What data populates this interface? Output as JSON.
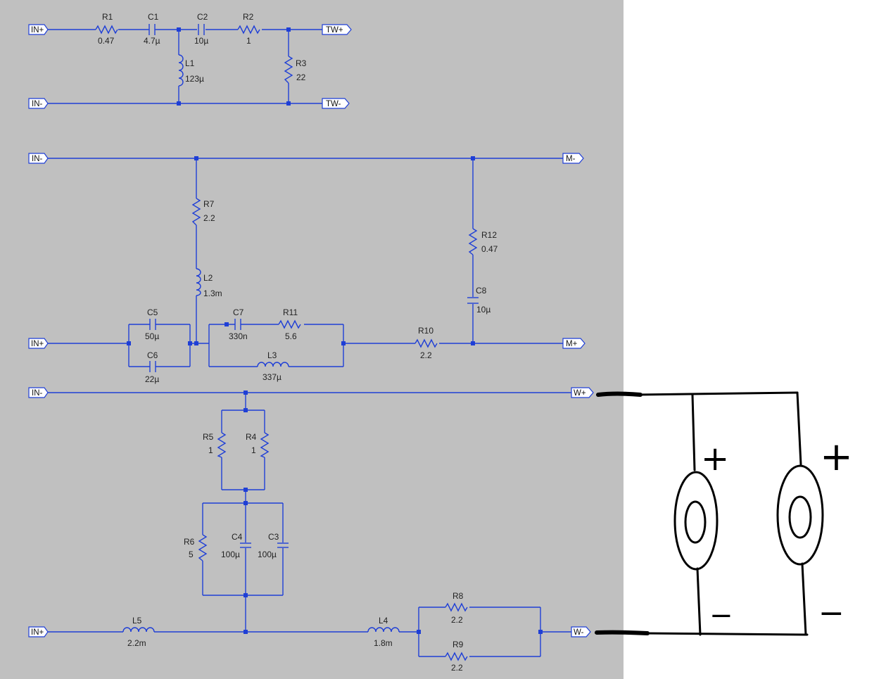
{
  "ports": {
    "tw_in_plus": "IN+",
    "tw_in_minus": "IN-",
    "tw_plus": "TW+",
    "tw_minus": "TW-",
    "m_in_minus": "IN-",
    "m_minus": "M-",
    "m_in_plus": "IN+",
    "m_plus": "M+",
    "w_in_minus": "IN-",
    "w_plus": "W+",
    "w_in_plus": "IN+",
    "w_minus": "W-"
  },
  "components": {
    "R1": {
      "ref": "R1",
      "value": "0.47"
    },
    "C1": {
      "ref": "C1",
      "value": "4.7µ"
    },
    "C2": {
      "ref": "C2",
      "value": "10µ"
    },
    "R2": {
      "ref": "R2",
      "value": "1"
    },
    "L1": {
      "ref": "L1",
      "value": "123µ"
    },
    "R3": {
      "ref": "R3",
      "value": "22"
    },
    "R7": {
      "ref": "R7",
      "value": "2.2"
    },
    "L2": {
      "ref": "L2",
      "value": "1.3m"
    },
    "R12": {
      "ref": "R12",
      "value": "0.47"
    },
    "C8": {
      "ref": "C8",
      "value": "10µ"
    },
    "C5": {
      "ref": "C5",
      "value": "50µ"
    },
    "C6": {
      "ref": "C6",
      "value": "22µ"
    },
    "C7": {
      "ref": "C7",
      "value": "330n"
    },
    "R11": {
      "ref": "R11",
      "value": "5.6"
    },
    "L3": {
      "ref": "L3",
      "value": "337µ"
    },
    "R10": {
      "ref": "R10",
      "value": "2.2"
    },
    "R5": {
      "ref": "R5",
      "value": "1"
    },
    "R4": {
      "ref": "R4",
      "value": "1"
    },
    "R6": {
      "ref": "R6",
      "value": "5"
    },
    "C4": {
      "ref": "C4",
      "value": "100µ"
    },
    "C3": {
      "ref": "C3",
      "value": "100µ"
    },
    "L5": {
      "ref": "L5",
      "value": "2.2m"
    },
    "L4": {
      "ref": "L4",
      "value": "1.8m"
    },
    "R8": {
      "ref": "R8",
      "value": "2.2"
    },
    "R9": {
      "ref": "R9",
      "value": "2.2"
    }
  },
  "sketch": {
    "left_driver_plus": "+",
    "left_driver_minus": "−",
    "right_driver_plus": "+",
    "right_driver_minus": "−"
  },
  "colors": {
    "schematic_background": "#c0c0c0",
    "wire": "#1f3fd6",
    "sketch_ink": "#000000"
  }
}
